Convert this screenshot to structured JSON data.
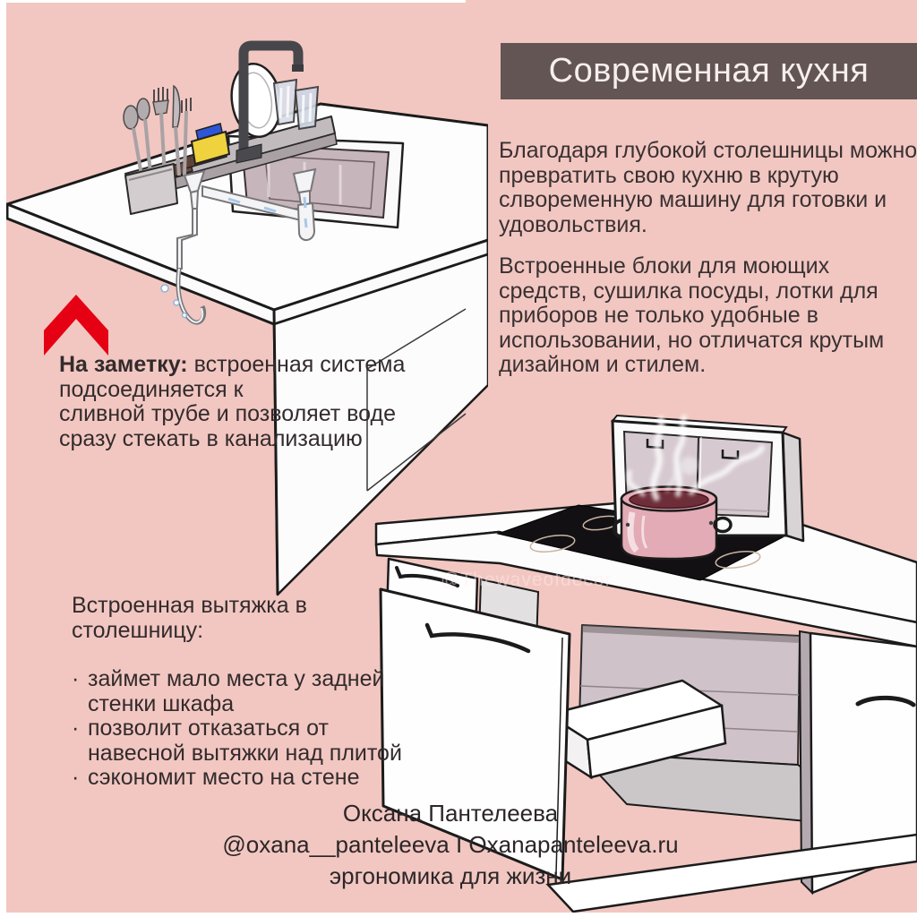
{
  "colors": {
    "background": "#f2c7c1",
    "title_box_bg": "#645555",
    "title_text": "#f6efec",
    "body_text": "#3a3133",
    "arrow_red": "#e60013",
    "pot_pink": "#e2abb5",
    "cooktop_black": "#121013",
    "panel_mauve": "#cfc2c9"
  },
  "header": {
    "title": "Современная кухня"
  },
  "paragraphs": {
    "p1": "Благодаря глубокой столешницы можно\nпревратить свою кухню в крутую\nслвoременную машину для готовки и\nудовольствия.",
    "p2": "Встроенные блоки для моющих\nсредств, сушилка посуды, лотки для\nприборов не только удобные в\nиспользовании, но отличатся крутым\nдизайном и стилем."
  },
  "note": {
    "label": "На заметку:",
    "text": " встроенная система\nподсоединяется к\nсливной трубе и позволяет воде\nсразу стекать в канализацию"
  },
  "hood_section": {
    "heading": "Встроенная вытяжка в\nстолешницу:",
    "bullet_char": "·",
    "bullets": [
      "займет мало места у задней\nстенки шкафа",
      "позволит отказаться от\nнавесной вытяжки над плитой",
      "сэкономит место на стене"
    ]
  },
  "footer": {
    "author": "Оксана Пантелеева",
    "handles": "@oxana__panteleeva I Oxanapanteleeva.ru",
    "tagline": "эргономика для жизни"
  },
  "watermark": "@Thewaveofdecor"
}
